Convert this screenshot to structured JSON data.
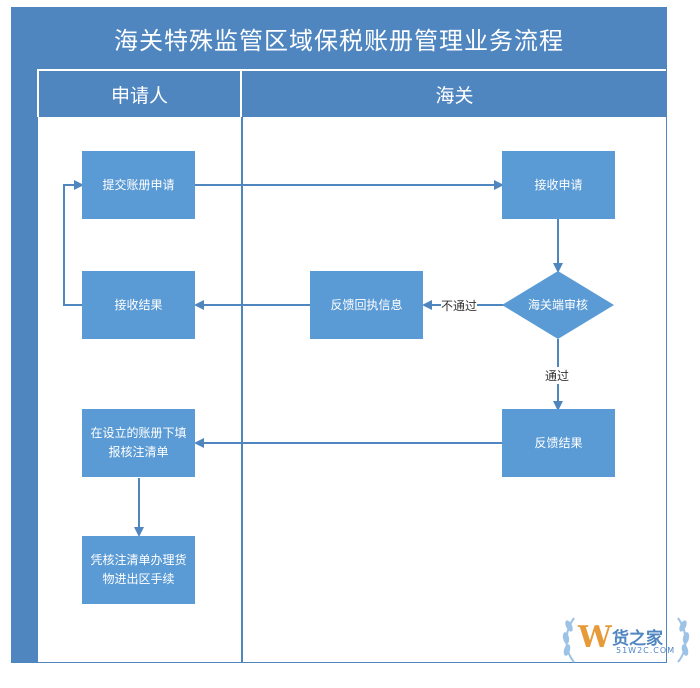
{
  "title": "海关特殊监管区域保税账册管理业务流程",
  "lanes": {
    "applicant": "申请人",
    "customs": "海关"
  },
  "nodes": {
    "submit": "提交账册申请",
    "receive_apply": "接收申请",
    "review": "海关端审核",
    "feedback_receipt": "反馈回执信息",
    "receive_result": "接收结果",
    "feedback_result": "反馈结果",
    "fill_in": "在设立的账册下填报核注清单",
    "process": "凭核注清单办理货物进出区手续"
  },
  "edges": {
    "rejected": "不通过",
    "passed": "通过"
  },
  "watermark": {
    "brand": "货之家",
    "letter": "W",
    "site": "51W2C.COM"
  },
  "colors": {
    "header": "#4f86c0",
    "box": "#5b9bd5",
    "line": "#4f86c0"
  }
}
